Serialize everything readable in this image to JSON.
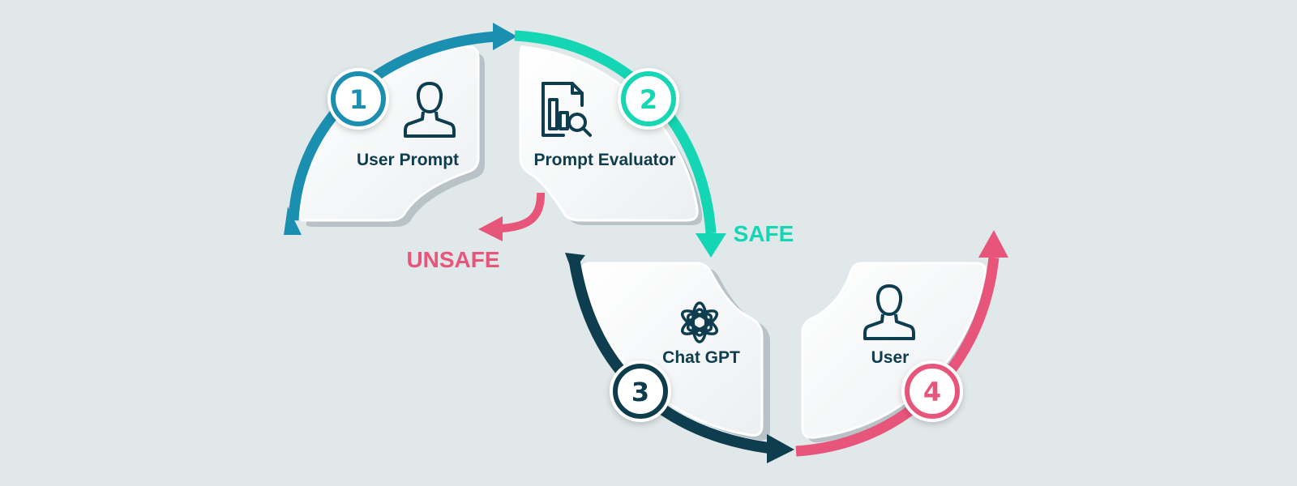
{
  "colors": {
    "background": "#e0e8ea",
    "step1": "#1a8fb0",
    "step2": "#14d6b4",
    "step3": "#0d3d4e",
    "step4": "#e8557a",
    "unsafe": "#e8557a",
    "safe": "#14d6b4",
    "card_text": "#0d3d4e"
  },
  "steps": [
    {
      "number": "1",
      "label": "User Prompt",
      "icon": "user-icon"
    },
    {
      "number": "2",
      "label": "Prompt Evaluator",
      "icon": "document-search-icon"
    },
    {
      "number": "3",
      "label": "Chat GPT",
      "icon": "openai-logo-icon"
    },
    {
      "number": "4",
      "label": "User",
      "icon": "user-icon"
    }
  ],
  "branches": {
    "unsafe": "UNSAFE",
    "safe": "SAFE"
  }
}
